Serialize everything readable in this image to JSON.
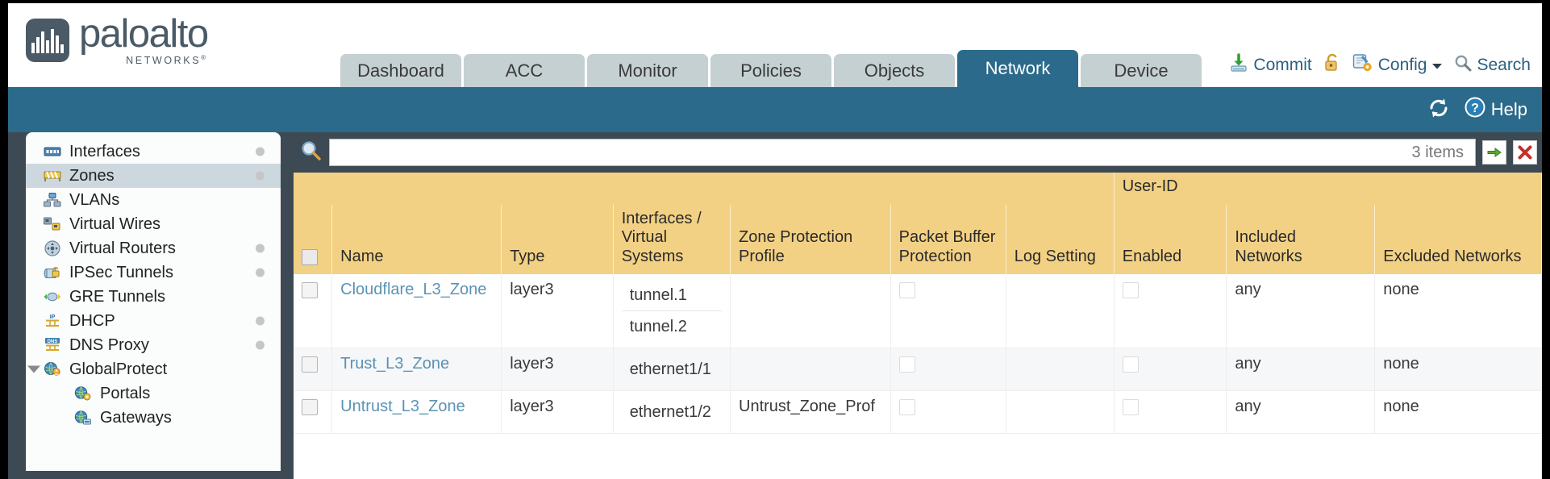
{
  "brand": {
    "name": "paloalto",
    "sub": "NETWORKS",
    "reg": "®"
  },
  "tabs": [
    {
      "label": "Dashboard",
      "active": false
    },
    {
      "label": "ACC",
      "active": false
    },
    {
      "label": "Monitor",
      "active": false
    },
    {
      "label": "Policies",
      "active": false
    },
    {
      "label": "Objects",
      "active": false
    },
    {
      "label": "Network",
      "active": true
    },
    {
      "label": "Device",
      "active": false
    }
  ],
  "top_actions": {
    "commit": "Commit",
    "commit_icon": "commit-download-icon",
    "lock_icon": "padlock-icon",
    "config": "Config",
    "config_icon": "config-wrench-icon",
    "config_caret": "chevron-down-icon",
    "search": "Search",
    "search_icon": "search-magnifier-icon"
  },
  "band": {
    "refresh_icon": "refresh-icon",
    "help": "Help",
    "help_icon": "help-question-icon"
  },
  "sidebar": {
    "items": [
      {
        "label": "Interfaces",
        "icon": "interfaces-icon",
        "selected": false,
        "dot": true,
        "indent": false,
        "twisty": false
      },
      {
        "label": "Zones",
        "icon": "zones-icon",
        "selected": true,
        "dot": true,
        "indent": false,
        "twisty": false
      },
      {
        "label": "VLANs",
        "icon": "vlans-icon",
        "selected": false,
        "dot": false,
        "indent": false,
        "twisty": false
      },
      {
        "label": "Virtual Wires",
        "icon": "virtual-wires-icon",
        "selected": false,
        "dot": false,
        "indent": false,
        "twisty": false
      },
      {
        "label": "Virtual Routers",
        "icon": "virtual-routers-icon",
        "selected": false,
        "dot": true,
        "indent": false,
        "twisty": false
      },
      {
        "label": "IPSec Tunnels",
        "icon": "ipsec-tunnels-icon",
        "selected": false,
        "dot": true,
        "indent": false,
        "twisty": false
      },
      {
        "label": "GRE Tunnels",
        "icon": "gre-tunnels-icon",
        "selected": false,
        "dot": false,
        "indent": false,
        "twisty": false
      },
      {
        "label": "DHCP",
        "icon": "dhcp-icon",
        "selected": false,
        "dot": true,
        "indent": false,
        "twisty": false
      },
      {
        "label": "DNS Proxy",
        "icon": "dns-proxy-icon",
        "selected": false,
        "dot": true,
        "indent": false,
        "twisty": false
      },
      {
        "label": "GlobalProtect",
        "icon": "globalprotect-icon",
        "selected": false,
        "dot": false,
        "indent": false,
        "twisty": true
      },
      {
        "label": "Portals",
        "icon": "portals-icon",
        "selected": false,
        "dot": false,
        "indent": true,
        "twisty": false
      },
      {
        "label": "Gateways",
        "icon": "gateways-icon",
        "selected": false,
        "dot": false,
        "indent": true,
        "twisty": false
      }
    ]
  },
  "search": {
    "value": "",
    "placeholder": "",
    "icon": "search-magnifier-icon",
    "items_count": "3 items",
    "apply_icon": "green-arrow-apply-icon",
    "clear_icon": "red-x-clear-icon"
  },
  "table": {
    "group_header": {
      "label": "User-ID",
      "span": 3
    },
    "columns": [
      "Name",
      "Type",
      "Interfaces / Virtual Systems",
      "Zone Protection Profile",
      "Packet Buffer Protection",
      "Log Setting",
      "Enabled",
      "Included Networks",
      "Excluded Networks"
    ],
    "rows": [
      {
        "name": "Cloudflare_L3_Zone",
        "type": "layer3",
        "interfaces": [
          "tunnel.1",
          "tunnel.2"
        ],
        "zone_protection_profile": "",
        "packet_buffer_protection": false,
        "log_setting": "",
        "userid_enabled": false,
        "included_networks": "any",
        "excluded_networks": "none",
        "stripe": false
      },
      {
        "name": "Trust_L3_Zone",
        "type": "layer3",
        "interfaces": [
          "ethernet1/1"
        ],
        "zone_protection_profile": "",
        "packet_buffer_protection": false,
        "log_setting": "",
        "userid_enabled": false,
        "included_networks": "any",
        "excluded_networks": "none",
        "stripe": true
      },
      {
        "name": "Untrust_L3_Zone",
        "type": "layer3",
        "interfaces": [
          "ethernet1/2"
        ],
        "zone_protection_profile": "Untrust_Zone_Prof",
        "packet_buffer_protection": false,
        "log_setting": "",
        "userid_enabled": false,
        "included_networks": "any",
        "excluded_networks": "none",
        "stripe": false
      }
    ]
  },
  "colors": {
    "brand_slate": "#4a5a66",
    "band_blue": "#2b6a8a",
    "panel_dark": "#3d4a54",
    "header_amber": "#f3d184",
    "group_amber": "#dfaa3c",
    "link_blue": "#5b93b5",
    "tab_gray": "#c5d0d2"
  }
}
